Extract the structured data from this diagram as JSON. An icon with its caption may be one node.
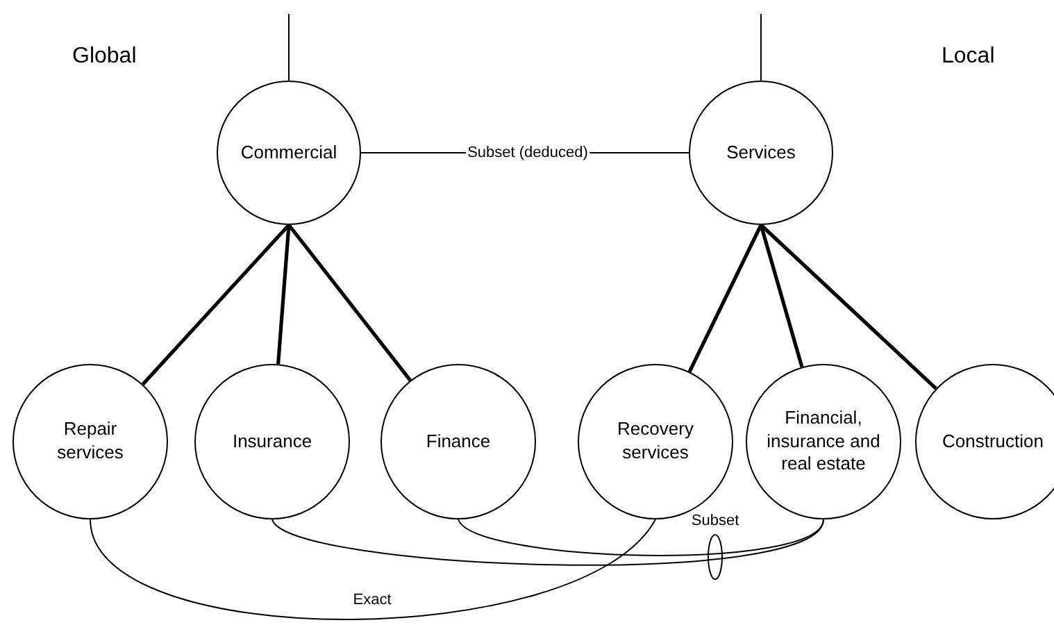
{
  "diagram": {
    "nodes": [
      {
        "text": [
          "Commercial"
        ]
      },
      {
        "text": [
          "Services"
        ]
      },
      {
        "text": [
          "Repair services"
        ]
      },
      {
        "text": [
          "Insurance"
        ]
      },
      {
        "text": [
          "Finance"
        ]
      },
      {
        "text": [
          "Recovery services"
        ]
      },
      {
        "text": [
          "Financial, insurance and real estate"
        ]
      },
      {
        "text": [
          "Construction"
        ]
      }
    ],
    "edges": [
      {
        "from": null,
        "to": 0,
        "arrow": "none"
      },
      {
        "from": null,
        "to": 1,
        "arrow": "none"
      },
      {
        "from": 0,
        "to": 1,
        "arrow": "none",
        "label": "Subset (deduced)"
      },
      {
        "from": 0,
        "to": 2,
        "arrow": "none",
        "style": "thick"
      },
      {
        "from": 0,
        "to": 3,
        "arrow": "none",
        "style": "thick"
      },
      {
        "from": 0,
        "to": 4,
        "arrow": "none",
        "style": "thick"
      },
      {
        "from": 1,
        "to": 5,
        "arrow": "none",
        "style": "thick"
      },
      {
        "from": 1,
        "to": 6,
        "arrow": "none",
        "style": "thick"
      },
      {
        "from": 1,
        "to": 7,
        "arrow": "none",
        "style": "thick"
      },
      {
        "from": 2,
        "to": 5,
        "arrow": "none",
        "label": "Exact"
      },
      {
        "from": 3,
        "to": 6,
        "arrow": "none"
      },
      {
        "from": 4,
        "to": 6,
        "arrow": "none",
        "label": "Subset"
      }
    ],
    "labels": [
      "Global",
      "Local"
    ]
  }
}
